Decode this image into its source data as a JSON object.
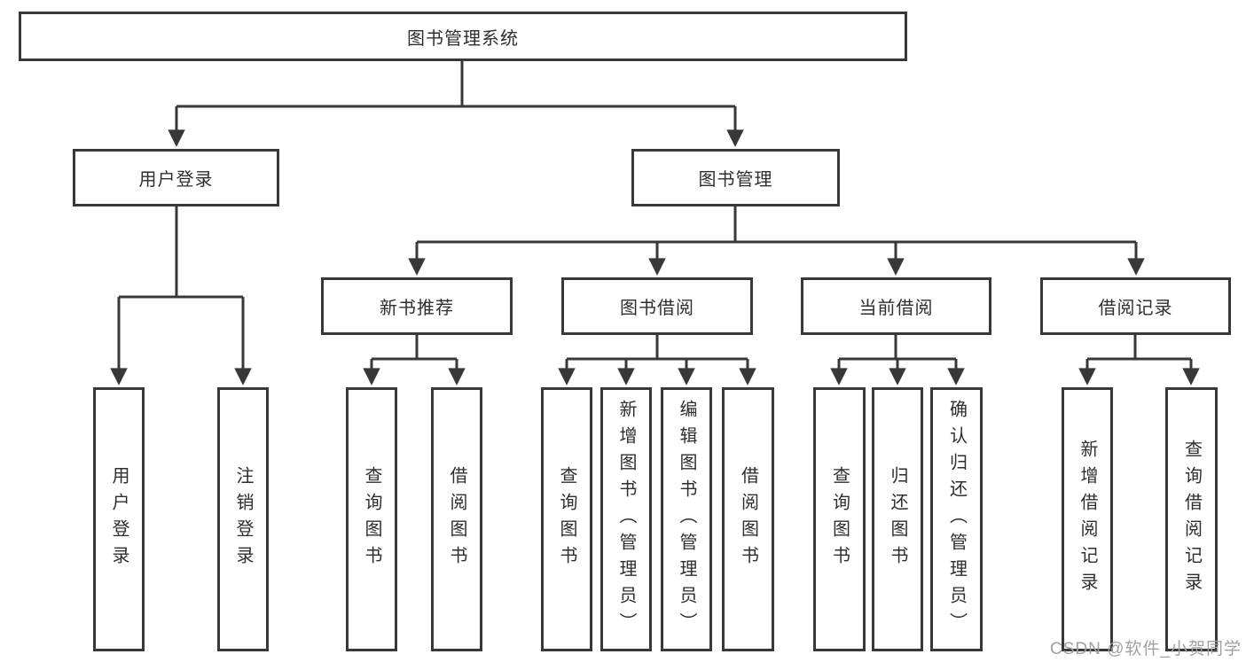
{
  "diagram": {
    "root": "图书管理系统",
    "branches": [
      {
        "label": "用户登录",
        "leaves": [
          "用户登录",
          "注销登录"
        ]
      },
      {
        "label": "图书管理",
        "sections": [
          {
            "label": "新书推荐",
            "leaves": [
              "查询图书",
              "借阅图书"
            ]
          },
          {
            "label": "图书借阅",
            "leaves": [
              "查询图书",
              "新增图书（管理员）",
              "编辑图书（管理员）",
              "借阅图书"
            ]
          },
          {
            "label": "当前借阅",
            "leaves": [
              "查询图书",
              "归还图书",
              "确认归还（管理员）"
            ]
          },
          {
            "label": "借阅记录",
            "leaves": [
              "新增借阅记录",
              "查询借阅记录"
            ]
          }
        ]
      }
    ]
  },
  "watermark": "CSDN @软件_小贺同学",
  "colors": {
    "line": "#383838",
    "text": "#2e2e2e",
    "watermark": "#a0a0a0",
    "background": "#ffffff"
  }
}
